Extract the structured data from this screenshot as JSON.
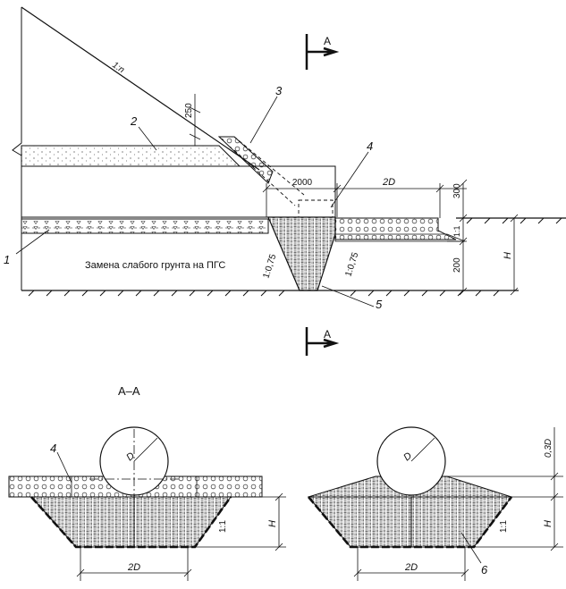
{
  "labels": {
    "section_marker": "А",
    "section_title": "А–А",
    "slope_top": "1:n",
    "dim_250": "250",
    "dim_2000": "2000",
    "dim_2D": "2D",
    "dim_300": "300",
    "dim_200": "200",
    "dim_H": "H",
    "dim_D": "D",
    "dim_03D": "0,3D",
    "slope_11": "1:1",
    "slope_075": "1:0,75",
    "replace_text": "Замена слабого грунта на ПГС",
    "callouts": [
      "1",
      "2",
      "3",
      "4",
      "5",
      "6"
    ]
  },
  "colors": {
    "line": "#111111",
    "background": "#ffffff",
    "fill_hatch": "#cccccc"
  }
}
